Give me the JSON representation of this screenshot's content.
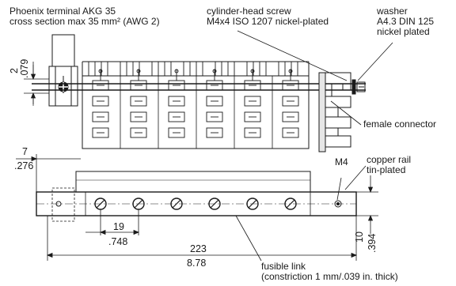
{
  "callouts": {
    "terminal_line1": "Phoenix terminal AKG 35",
    "terminal_line2": "cross section max 35 mm² (AWG 2)",
    "screw_line1": "cylinder-head screw",
    "screw_line2": "M4x4 ISO 1207 nickel-plated",
    "washer_line1": "washer",
    "washer_line2": "A4.3 DIN 125",
    "washer_line3": "nickel plated",
    "female_connector": "female connector",
    "m4": "M4",
    "copper_line1": "copper rail",
    "copper_line2": "tin-plated",
    "fusible_line1": "fusible link",
    "fusible_line2": "(constriction 1 mm/.039 in. thick)"
  },
  "dimensions": {
    "height_mm": "2",
    "height_in": ".079",
    "end_offset_mm": "7",
    "end_offset_in": ".276",
    "pitch_mm": "19",
    "pitch_in": ".748",
    "length_mm": "223",
    "length_in": "8.78",
    "rail_width_mm": "10",
    "rail_width_in": ".394"
  },
  "colors": {
    "line": "#1a1a1a",
    "background": "#ffffff"
  }
}
